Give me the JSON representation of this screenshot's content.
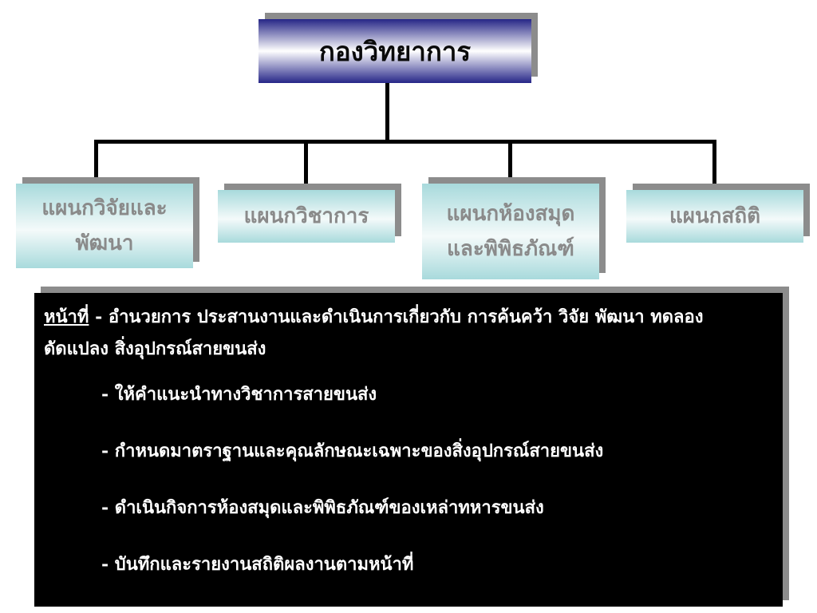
{
  "top": {
    "title": "กองวิทยาการ"
  },
  "departments": [
    {
      "line1": "แผนกวิจัยและ",
      "line2": "พัฒนา"
    },
    {
      "line1": "แผนกวิชาการ",
      "line2": ""
    },
    {
      "line1": "แผนกห้องสมุด",
      "line2": "และพิพิธภัณฑ์"
    },
    {
      "line1": "แผนกสถิติ",
      "line2": ""
    }
  ],
  "duties": {
    "label": "หน้าที่",
    "intro": "- อำนวยการ ประสานงานและดำเนินการเกี่ยวกับ การค้นคว้า วิจัย พัฒนา ทดลอง ดัดแปลง สิ่งอุปกรณ์สายขนส่ง",
    "items": [
      "- ให้คำแนะนำทางวิชาการสายขนส่ง",
      "- กำหนดมาตราฐานและคุณลักษณะเฉพาะของสิ่งอุปกรณ์สายขนส่ง",
      "- ดำเนินกิจการห้องสมุดและพิพิธภัณฑ์ของเหล่าทหารขนส่ง",
      "- บันทึกและรายงานสถิติผลงานตามหน้าที่"
    ]
  }
}
